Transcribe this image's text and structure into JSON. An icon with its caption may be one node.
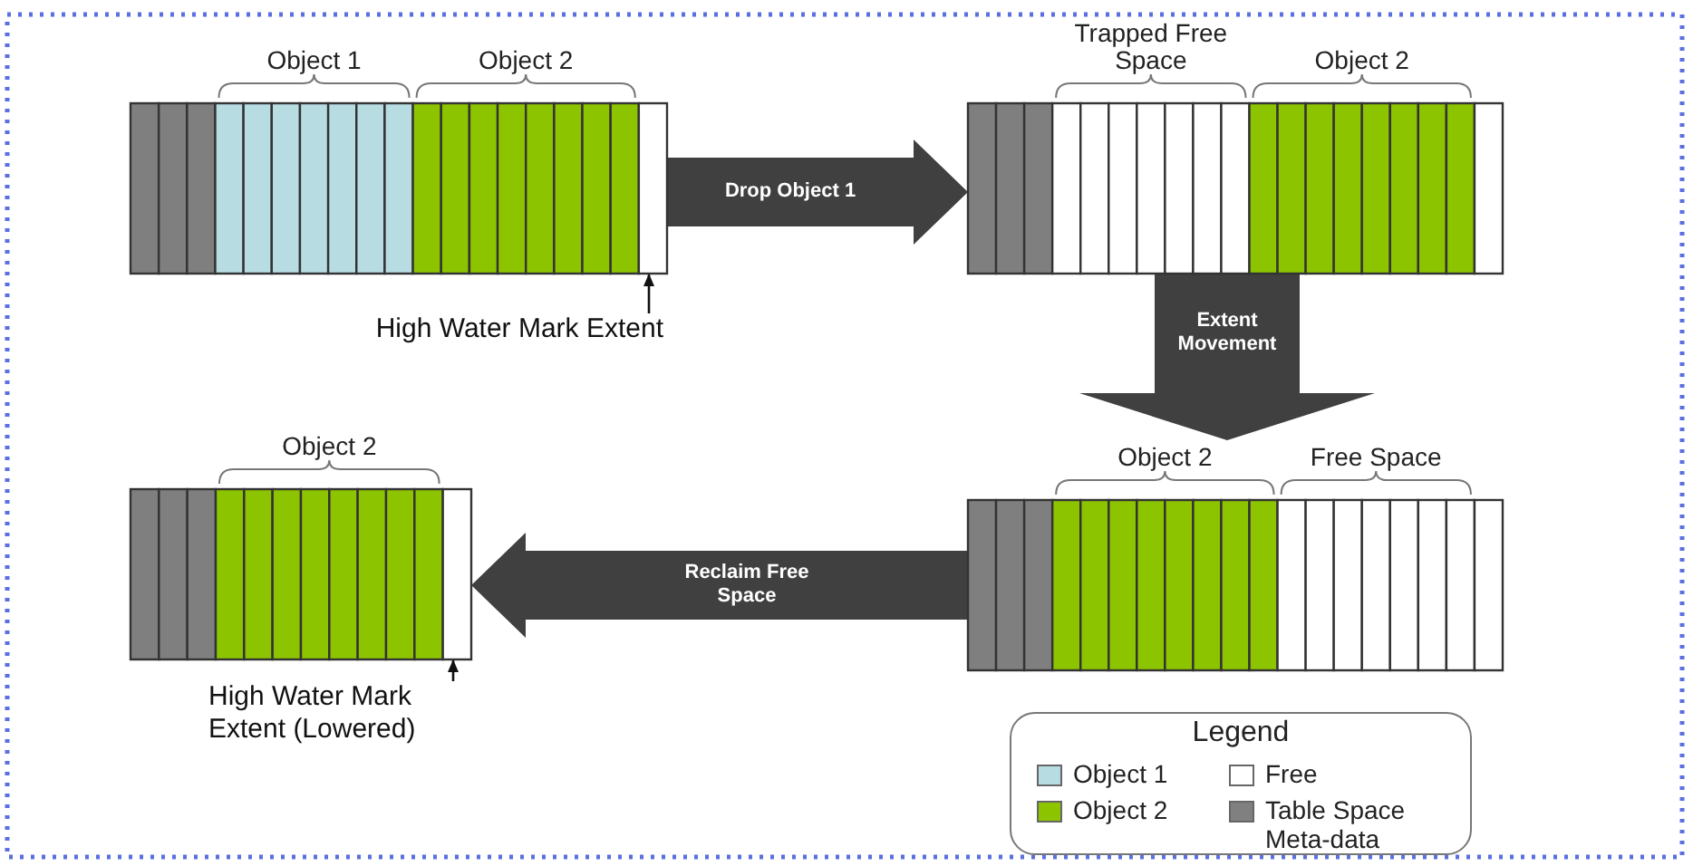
{
  "diagram": {
    "nodes": [
      {
        "text": [
          "Object 1",
          "Object 2"
        ]
      },
      {
        "text": [
          "Trapped Free Space",
          "Object 2"
        ]
      },
      {
        "text": [
          "Object 2",
          "Free Space"
        ]
      },
      {
        "text": [
          "Object 2"
        ]
      },
      {
        "text": [
          "High Water Mark Extent"
        ]
      },
      {
        "text": [
          "High Water Mark Extent (Lowered)"
        ]
      }
    ],
    "edges": [
      {
        "from": 0,
        "to": 1,
        "arrow": "to",
        "label": "Drop Object 1"
      },
      {
        "from": 1,
        "to": 2,
        "arrow": "to",
        "label": "Extent Movement"
      },
      {
        "from": 2,
        "to": 3,
        "arrow": "to",
        "label": "Reclaim Free Space"
      },
      {
        "from": 4,
        "to": 0,
        "arrow": "to"
      },
      {
        "from": 5,
        "to": 3,
        "arrow": "to"
      }
    ],
    "labels": [
      "Legend"
    ],
    "legend": [
      {
        "text": "Object 1",
        "color": "#b7dde3"
      },
      {
        "text": "Free",
        "color": "#ffffff"
      },
      {
        "text": "Object 2",
        "color": "#8cc400"
      },
      {
        "text": "Table Space Meta-data",
        "color": "#808080"
      }
    ]
  }
}
